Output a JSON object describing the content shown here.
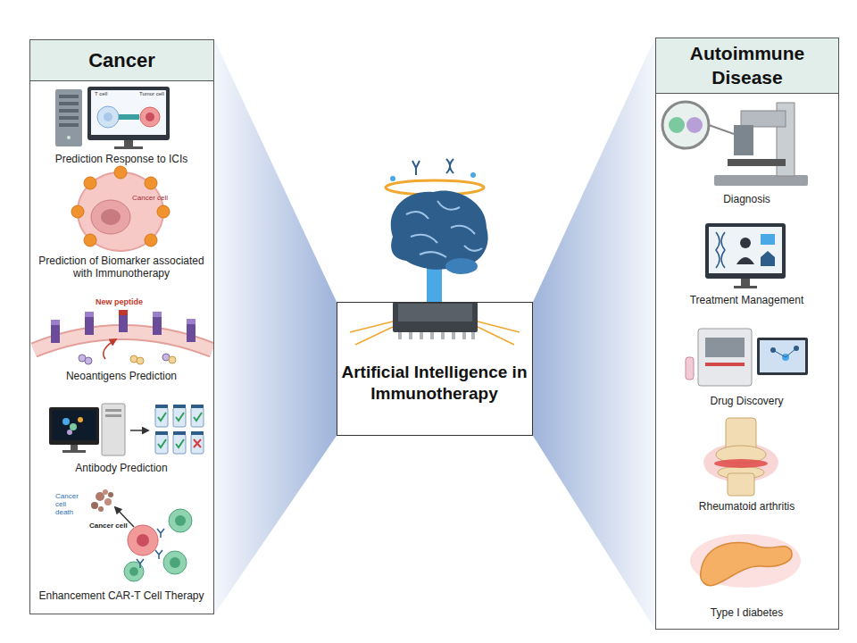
{
  "diagram": {
    "nodes": [
      {
        "text": [
          "Cancer",
          "Prediction Response to ICIs",
          "Prediction of Biomarker associated with Immunotherapy",
          "Neoantigens Prediction",
          "Antibody Prediction",
          "Enhancement CAR-T Cell Therapy"
        ]
      },
      {
        "text": [
          "Artificial Intelligence in Immunotherapy"
        ]
      },
      {
        "text": [
          "Autoimmune Disease",
          "Diagnosis",
          "Treatment Management",
          "Drug Discovery",
          "Rheumatoid arthritis",
          "Type I diabetes"
        ]
      }
    ],
    "edges": [
      {
        "from": 0,
        "to": 1,
        "arrow": "none"
      },
      {
        "from": 1,
        "to": 2,
        "arrow": "none"
      }
    ],
    "labels": [
      "T cell",
      "Tumor cell",
      "Cancer cell",
      "New peptide",
      "Cancer cell death",
      "Cancer cell"
    ]
  }
}
